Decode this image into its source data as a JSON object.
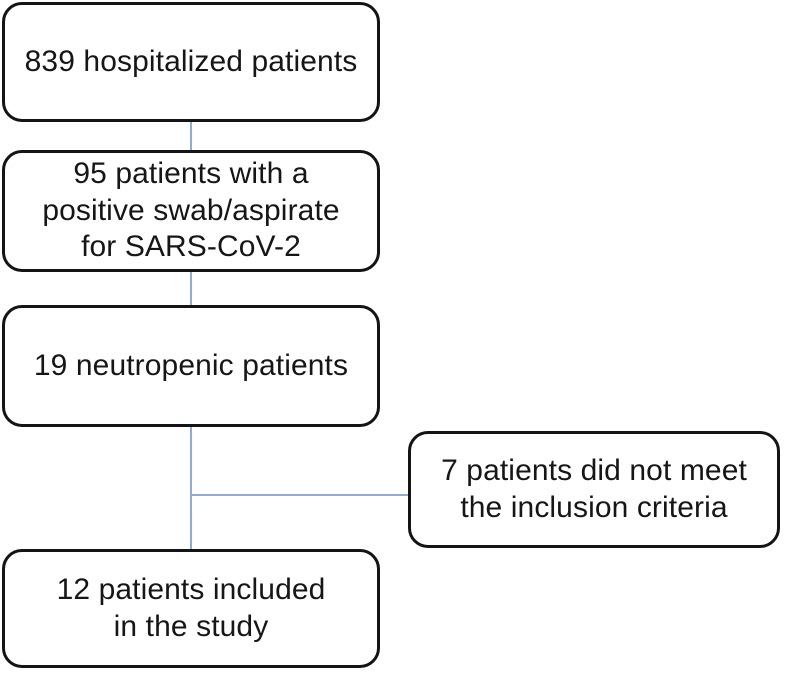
{
  "diagram": {
    "type": "study-flow-chart",
    "colors": {
      "box_border": "#141414",
      "box_fill": "#ffffff",
      "connector": "#8faadc",
      "text": "#161616",
      "background": "#ffffff"
    },
    "nodes": [
      {
        "id": "hospitalized",
        "name": "hospitalized-patients-box",
        "count": 839,
        "text": "839 hospitalized patients"
      },
      {
        "id": "positive-swab",
        "name": "positive-swab-box",
        "count": 95,
        "text": "95 patients with a\npositive swab/aspirate\nfor SARS-CoV-2"
      },
      {
        "id": "neutropenic",
        "name": "neutropenic-patients-box",
        "count": 19,
        "text": "19 neutropenic patients"
      },
      {
        "id": "excluded",
        "name": "excluded-patients-box",
        "count": 7,
        "text": "7 patients did not meet\nthe inclusion criteria"
      },
      {
        "id": "included",
        "name": "included-patients-box",
        "count": 12,
        "text": "12 patients included\nin the study"
      }
    ],
    "edges": [
      {
        "id": "e1",
        "name": "connector-hospitalized-to-positive-swab",
        "from": "hospitalized",
        "to": "positive-swab",
        "orientation": "vertical"
      },
      {
        "id": "e2",
        "name": "connector-positive-swab-to-neutropenic",
        "from": "positive-swab",
        "to": "neutropenic",
        "orientation": "vertical"
      },
      {
        "id": "e3",
        "name": "connector-neutropenic-to-included",
        "from": "neutropenic",
        "to": "included",
        "orientation": "vertical"
      },
      {
        "id": "e4",
        "name": "connector-branch-to-excluded",
        "from": "neutropenic",
        "to": "excluded",
        "orientation": "horizontal"
      }
    ]
  }
}
